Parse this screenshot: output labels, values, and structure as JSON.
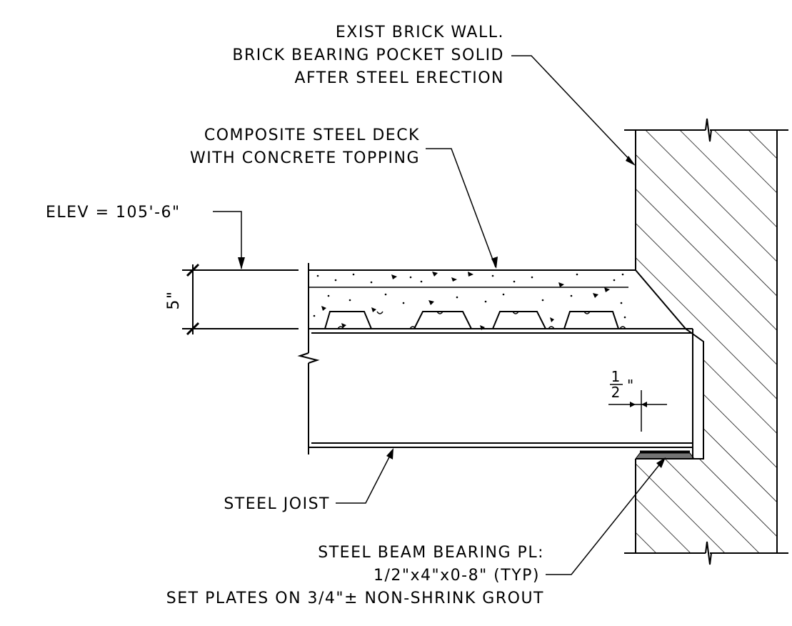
{
  "labels": {
    "brick_wall": [
      "EXIST BRICK WALL.",
      "BRICK BEARING POCKET SOLID",
      "AFTER STEEL ERECTION"
    ],
    "deck": [
      "COMPOSITE STEEL DECK",
      "WITH CONCRETE TOPPING"
    ],
    "elevation": "ELEV = 105'-6\"",
    "deck_depth": "5\"",
    "plate_gap_numerator": "1",
    "plate_gap_denominator": "2",
    "plate_gap_unit": "\"",
    "joist": "STEEL JOIST",
    "bearing_plate": [
      "STEEL BEAM BEARING PL:",
      "1/2\"x4\"x0-8\" (TYP)",
      "SET PLATES ON 3/4\"± NON-SHRINK GROUT"
    ]
  }
}
